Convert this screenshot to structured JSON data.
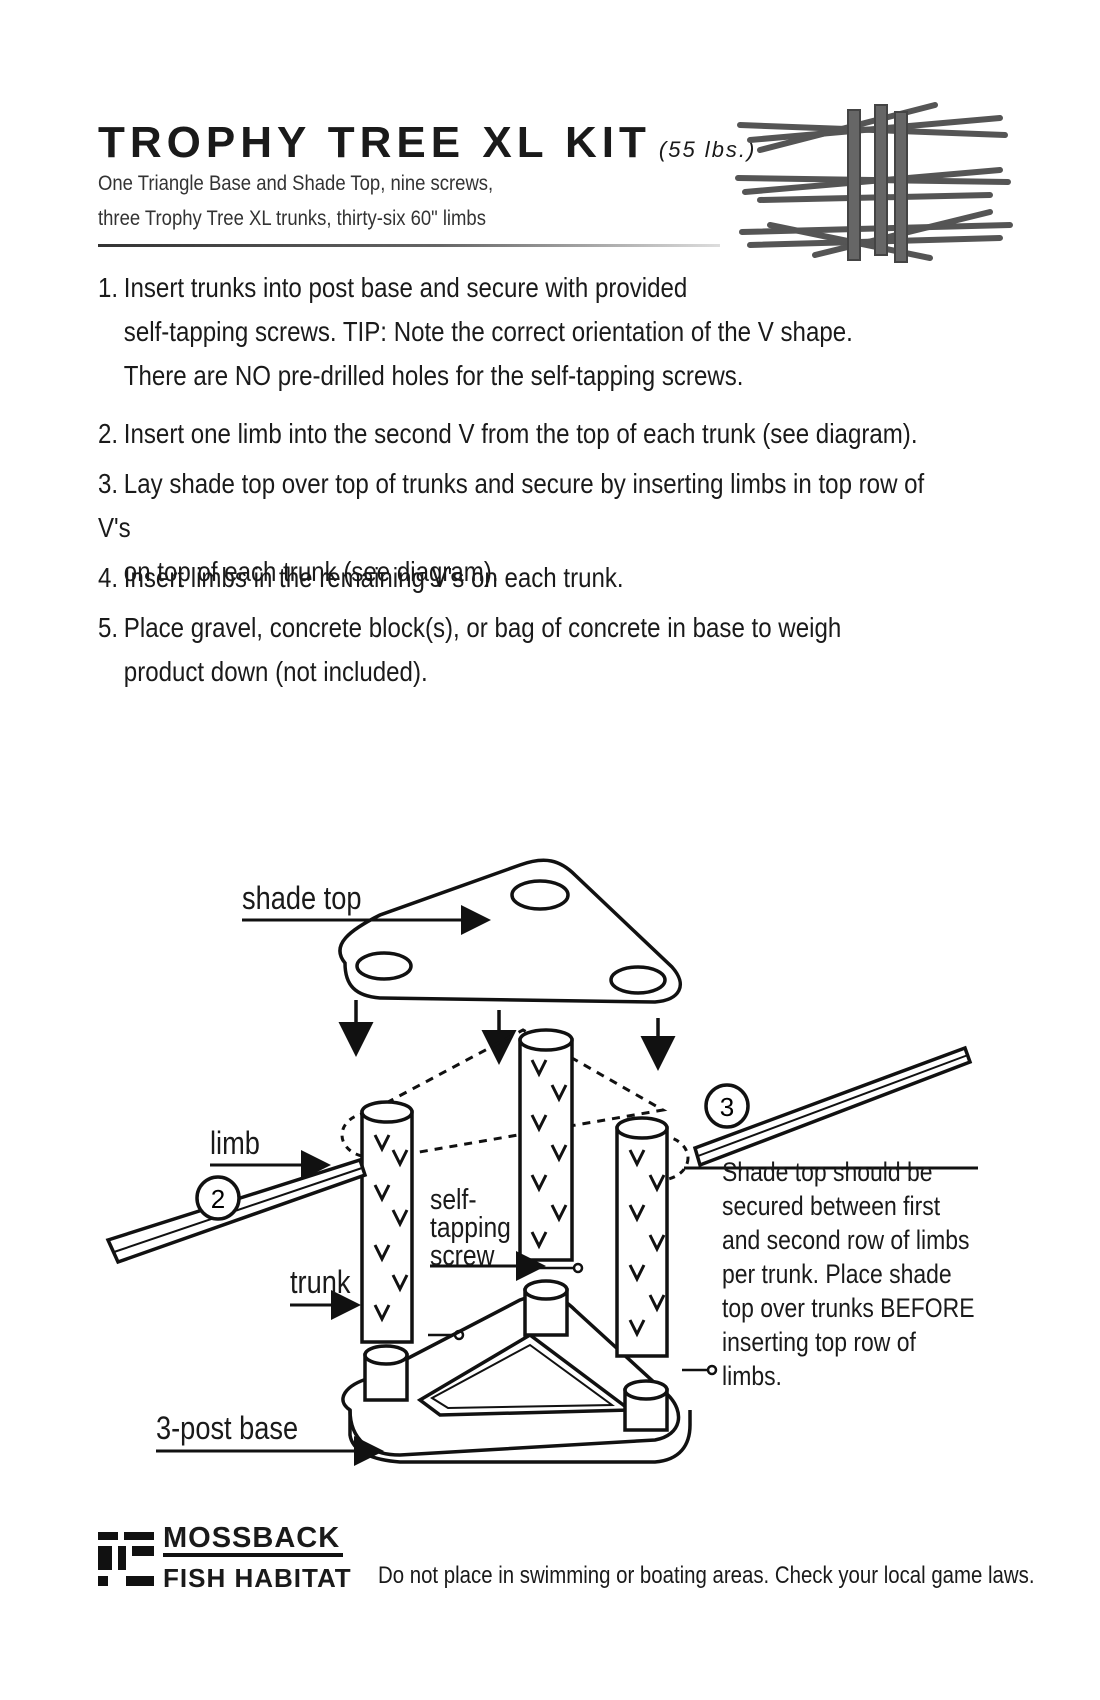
{
  "header": {
    "title": "TROPHY TREE XL KIT",
    "weight": "(55 lbs.)",
    "subtitle_line1": "One Triangle Base and Shade Top, nine screws,",
    "subtitle_line2": "three Trophy Tree XL trunks, thirty-six 60\" limbs"
  },
  "steps": [
    {
      "num": "1.",
      "lines": [
        "Insert trunks into post base and secure with provided",
        "self-tapping screws. TIP: Note the correct orientation of the V shape.",
        "There are NO pre-drilled holes for the self-tapping screws."
      ]
    },
    {
      "num": "2.",
      "lines": [
        "Insert one limb into the second V from the top of each trunk (see diagram)."
      ]
    },
    {
      "num": "3.",
      "lines": [
        "Lay shade top over top of trunks and secure by inserting limbs in top row of V's",
        "on top of each trunk (see diagram)."
      ]
    },
    {
      "num": "4.",
      "lines": [
        "Insert limbs in the remaining V's on each trunk."
      ]
    },
    {
      "num": "5.",
      "lines": [
        "Place gravel, concrete block(s), or bag of concrete  in base to weigh",
        "product down (not included)."
      ]
    }
  ],
  "diagram": {
    "shade_top": "shade top",
    "limb": "limb",
    "self_tapping_1": "self-",
    "self_tapping_2": "tapping",
    "self_tapping_3": "screw",
    "trunk": "trunk",
    "base": "3-post base",
    "callout_2": "2",
    "callout_3": "3",
    "note_lines": [
      "Shade top should be",
      "secured between first",
      "and second row of limbs",
      "per trunk. Place shade",
      "top over trunks BEFORE",
      "inserting top row of",
      "limbs."
    ]
  },
  "footer": {
    "brand_line1": "MOSSBACK",
    "brand_line2": "FISH HABITAT",
    "disclaimer": "Do not place in swimming or boating areas. Check your local game laws."
  }
}
